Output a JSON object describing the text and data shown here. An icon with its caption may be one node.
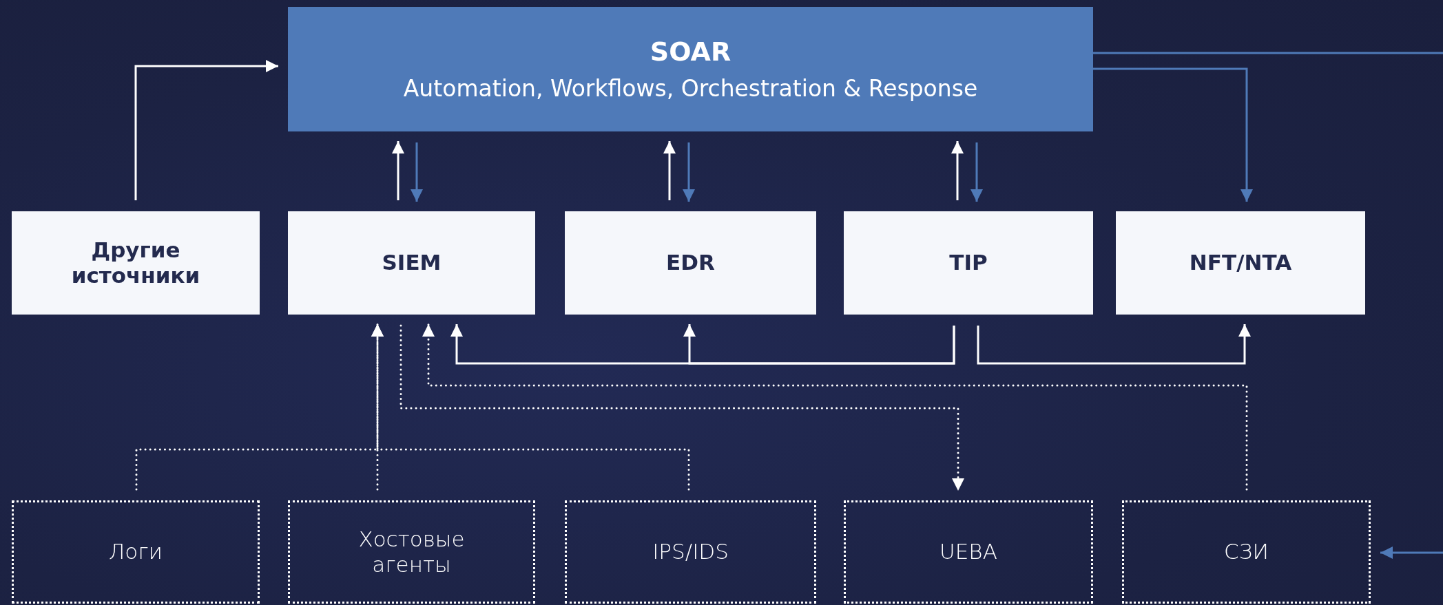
{
  "diagram": {
    "nodes": [
      {
        "text": [
          "SOAR",
          "Automation, Workflows, Orchestration & Response"
        ]
      },
      {
        "text": [
          "Другие источники"
        ]
      },
      {
        "text": [
          "SIEM"
        ]
      },
      {
        "text": [
          "EDR"
        ]
      },
      {
        "text": [
          "TIP"
        ]
      },
      {
        "text": [
          "NFT/NTA"
        ]
      },
      {
        "text": [
          "Логи"
        ]
      },
      {
        "text": [
          "Хостовые агенты"
        ]
      },
      {
        "text": [
          "IPS/IDS"
        ]
      },
      {
        "text": [
          "UEBA"
        ]
      },
      {
        "text": [
          "СЗИ"
        ]
      }
    ],
    "edges": [
      {
        "from": 1,
        "to": 0,
        "arrow": "to"
      },
      {
        "from": 2,
        "to": 0,
        "arrow": "to"
      },
      {
        "from": 0,
        "to": 2,
        "arrow": "to",
        "color": "#4f7ab8"
      },
      {
        "from": 3,
        "to": 0,
        "arrow": "to"
      },
      {
        "from": 0,
        "to": 3,
        "arrow": "to",
        "color": "#4f7ab8"
      },
      {
        "from": 4,
        "to": 0,
        "arrow": "to"
      },
      {
        "from": 0,
        "to": 4,
        "arrow": "to",
        "color": "#4f7ab8"
      },
      {
        "from": 0,
        "to": 5,
        "arrow": "to",
        "color": "#4f7ab8"
      },
      {
        "from": 0,
        "to": null,
        "arrow": "none",
        "color": "#4f7ab8"
      },
      {
        "from": null,
        "to": 10,
        "arrow": "to",
        "color": "#4f7ab8"
      },
      {
        "from": 4,
        "to": 2,
        "arrow": "to"
      },
      {
        "from": 4,
        "to": 3,
        "arrow": "to"
      },
      {
        "from": 4,
        "to": 5,
        "arrow": "to"
      },
      {
        "from": 6,
        "to": 2,
        "arrow": "to",
        "style": "dashed"
      },
      {
        "from": 7,
        "to": 2,
        "arrow": "to",
        "style": "dashed"
      },
      {
        "from": 8,
        "to": 2,
        "arrow": "to",
        "style": "dashed"
      },
      {
        "from": 2,
        "to": 9,
        "arrow": "to",
        "style": "dashed"
      },
      {
        "from": 10,
        "to": 2,
        "arrow": "to",
        "style": "dashed"
      }
    ]
  }
}
